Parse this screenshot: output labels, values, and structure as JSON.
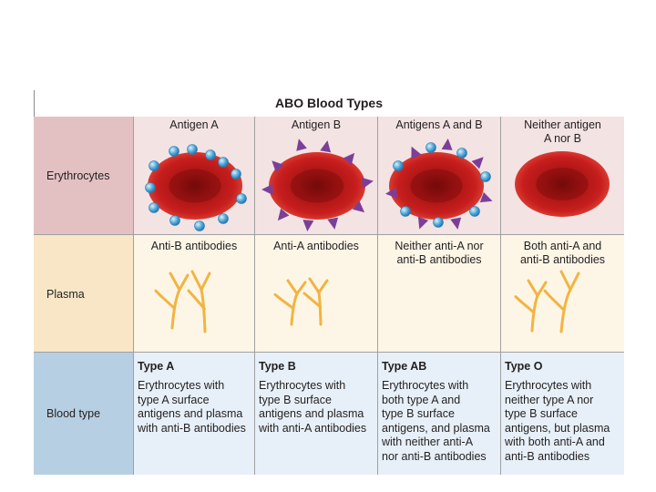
{
  "title": "ABO Blood Types",
  "rows": {
    "erythrocytes": "Erythrocytes",
    "plasma": "Plasma",
    "blood_type": "Blood type"
  },
  "columns": [
    {
      "antigen": "Antigen A",
      "antibodies": "Anti-B antibodies",
      "type": "Type A",
      "description": "Erythrocytes with\ntype A surface\nantigens and plasma\nwith anti-B antibodies"
    },
    {
      "antigen": "Antigen B",
      "antibodies": "Anti-A antibodies",
      "type": "Type B",
      "description": "Erythrocytes with\ntype B surface\nantigens and plasma\nwith anti-A antibodies"
    },
    {
      "antigen": "Antigens A and B",
      "antibodies": "Neither anti-A nor\nanti-B antibodies",
      "type": "Type AB",
      "description": "Erythrocytes with\nboth type A and\ntype B surface\nantigens, and plasma\nwith neither anti-A\nnor anti-B antibodies"
    },
    {
      "antigen": "Neither antigen\nA nor B",
      "antibodies": "Both anti-A and\nanti-B antibodies",
      "type": "Type O",
      "description": "Erythrocytes with\nneither type A nor\ntype B surface\nantigens, but plasma\nwith both anti-A and\nanti-B antibodies"
    }
  ],
  "colors": {
    "erythrocyte": "#c81e1e",
    "antigen_a": "#4aa3d6",
    "antigen_b": "#7b3f98",
    "antibody": "#f2b441"
  }
}
